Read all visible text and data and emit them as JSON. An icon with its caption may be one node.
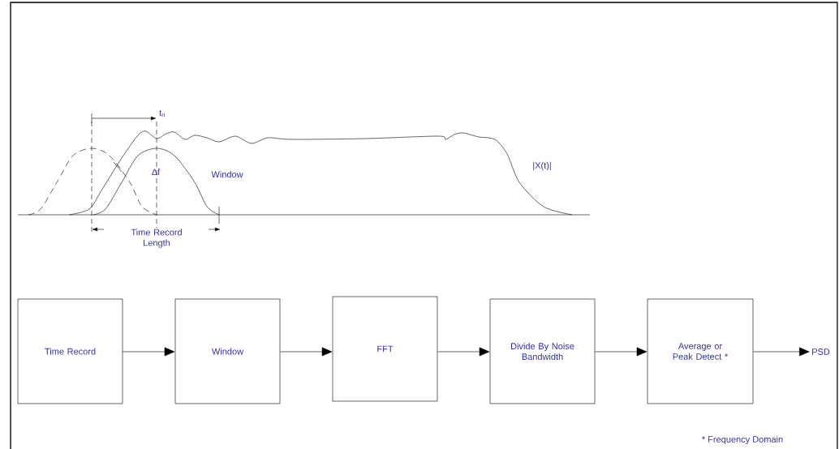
{
  "diagram": {
    "nodes": [
      {
        "text": [
          "Time Record"
        ]
      },
      {
        "text": [
          "Window"
        ]
      },
      {
        "text": [
          "FFT"
        ]
      },
      {
        "text": [
          "Divide By Noise Bandwidth"
        ]
      },
      {
        "text": [
          "Average or Peak Detect *"
        ]
      },
      {
        "text": [
          "PSD"
        ]
      }
    ],
    "edges": [
      {
        "from": 0,
        "to": 1,
        "arrow": "to"
      },
      {
        "from": 1,
        "to": 2,
        "arrow": "to"
      },
      {
        "from": 2,
        "to": 3,
        "arrow": "to"
      },
      {
        "from": 3,
        "to": 4,
        "arrow": "to"
      },
      {
        "from": 4,
        "to": 5,
        "arrow": "to"
      }
    ],
    "labels": [
      "t$_{n}$",
      "Δf",
      "Window",
      "|X(t)|",
      "Time Record Length",
      "* Frequency Domain"
    ]
  }
}
